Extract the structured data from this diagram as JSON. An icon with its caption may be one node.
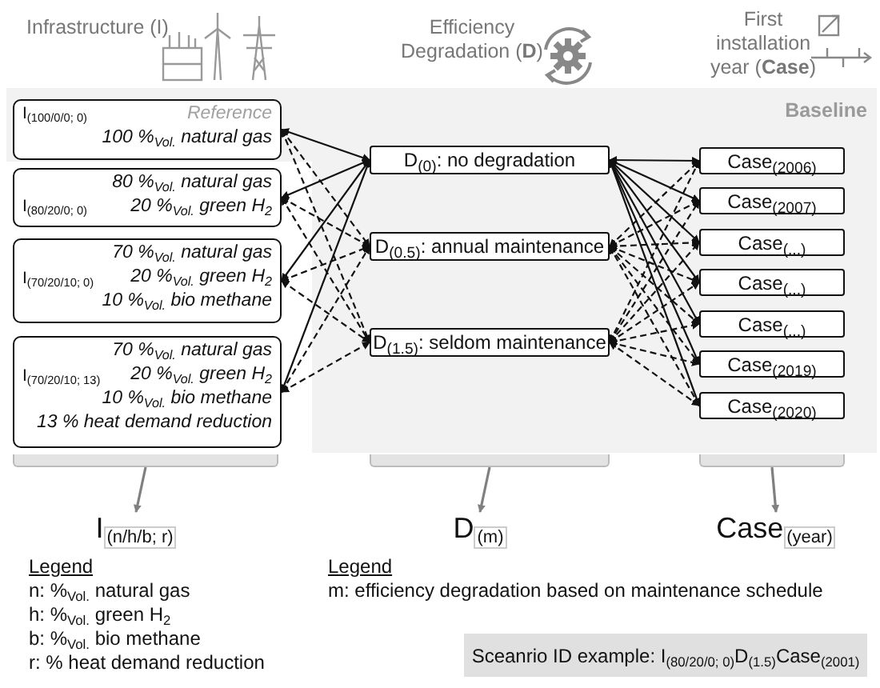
{
  "diagram": {
    "nodes": [
      {
        "text": [
          "I$_{(100/0/0; 0)}$",
          "Reference",
          "100 %$_{Vol.}$ natural gas"
        ]
      },
      {
        "text": [
          "I$_{(80/20/0; 0)}$",
          "80 %$_{Vol.}$ natural gas",
          "20 %$_{Vol.}$ green H$_{2}$"
        ]
      },
      {
        "text": [
          "I$_{(70/20/10; 0)}$",
          "70 %$_{Vol.}$ natural gas",
          "20 %$_{Vol.}$ green H$_{2}$",
          "10 %$_{Vol.}$ bio methane"
        ]
      },
      {
        "text": [
          "I$_{(70/20/10; 13)}$",
          "70 %$_{Vol.}$ natural gas",
          "20 %$_{Vol.}$ green H$_{2}$",
          "10 %$_{Vol.}$ bio methane",
          "13 % heat demand reduction"
        ]
      },
      {
        "text": [
          "D$_{(0)}$: no degradation"
        ]
      },
      {
        "text": [
          "D$_{(0.5)}$: annual maintenance"
        ]
      },
      {
        "text": [
          "D$_{(1.5)}$: seldom maintenance"
        ]
      },
      {
        "text": [
          "Case$_{(2006)}$"
        ]
      },
      {
        "text": [
          "Case$_{(2007)}$"
        ]
      },
      {
        "text": [
          "Case$_{(...)}$"
        ]
      },
      {
        "text": [
          "Case$_{(...)}$"
        ]
      },
      {
        "text": [
          "Case$_{(...)}$"
        ]
      },
      {
        "text": [
          "Case$_{(2019)}$"
        ]
      },
      {
        "text": [
          "Case$_{(2020)}$"
        ]
      },
      {
        "text": [],
        "shape": "bracket"
      },
      {
        "text": [],
        "shape": "bracket"
      },
      {
        "text": [],
        "shape": "bracket"
      },
      {
        "text": [
          "I$_{(n/h/b; r)}$"
        ]
      },
      {
        "text": [
          "D$_{(m)}$"
        ]
      },
      {
        "text": [
          "Case$_{(year)}$"
        ]
      },
      {
        "text": [
          "Sceanrio ID example: I$_{(80/20/0; 0)}$D$_{(1.5)}$Case$_{(2001)}$"
        ]
      }
    ],
    "edges": [
      {
        "from": 0,
        "to": 4,
        "arrow": "both"
      },
      {
        "from": 0,
        "to": 5,
        "arrow": "both",
        "style": "dashed"
      },
      {
        "from": 0,
        "to": 6,
        "arrow": "both",
        "style": "dashed"
      },
      {
        "from": 1,
        "to": 4,
        "arrow": "both"
      },
      {
        "from": 1,
        "to": 5,
        "arrow": "both",
        "style": "dashed"
      },
      {
        "from": 1,
        "to": 6,
        "arrow": "both",
        "style": "dashed"
      },
      {
        "from": 2,
        "to": 4,
        "arrow": "both"
      },
      {
        "from": 2,
        "to": 5,
        "arrow": "both",
        "style": "dashed"
      },
      {
        "from": 2,
        "to": 6,
        "arrow": "both",
        "style": "dashed"
      },
      {
        "from": 3,
        "to": 4,
        "arrow": "both"
      },
      {
        "from": 3,
        "to": 5,
        "arrow": "both",
        "style": "dashed"
      },
      {
        "from": 3,
        "to": 6,
        "arrow": "both",
        "style": "dashed"
      },
      {
        "from": 4,
        "to": 7,
        "arrow": "both"
      },
      {
        "from": 4,
        "to": 8,
        "arrow": "both"
      },
      {
        "from": 4,
        "to": 9,
        "arrow": "both"
      },
      {
        "from": 4,
        "to": 10,
        "arrow": "both"
      },
      {
        "from": 4,
        "to": 11,
        "arrow": "both"
      },
      {
        "from": 4,
        "to": 12,
        "arrow": "both"
      },
      {
        "from": 4,
        "to": 13,
        "arrow": "both"
      },
      {
        "from": 5,
        "to": 7,
        "arrow": "both",
        "style": "dashed"
      },
      {
        "from": 5,
        "to": 8,
        "arrow": "both",
        "style": "dashed"
      },
      {
        "from": 5,
        "to": 9,
        "arrow": "both",
        "style": "dashed"
      },
      {
        "from": 5,
        "to": 10,
        "arrow": "both",
        "style": "dashed"
      },
      {
        "from": 5,
        "to": 11,
        "arrow": "both",
        "style": "dashed"
      },
      {
        "from": 5,
        "to": 12,
        "arrow": "both",
        "style": "dashed"
      },
      {
        "from": 5,
        "to": 13,
        "arrow": "both",
        "style": "dashed"
      },
      {
        "from": 6,
        "to": 7,
        "arrow": "both",
        "style": "dashed"
      },
      {
        "from": 6,
        "to": 8,
        "arrow": "both",
        "style": "dashed"
      },
      {
        "from": 6,
        "to": 9,
        "arrow": "both",
        "style": "dashed"
      },
      {
        "from": 6,
        "to": 10,
        "arrow": "both",
        "style": "dashed"
      },
      {
        "from": 6,
        "to": 11,
        "arrow": "both",
        "style": "dashed"
      },
      {
        "from": 6,
        "to": 12,
        "arrow": "both",
        "style": "dashed"
      },
      {
        "from": 6,
        "to": 13,
        "arrow": "both",
        "style": "dashed"
      },
      {
        "from": 14,
        "to": 17,
        "arrow": "to",
        "color": "#808080"
      },
      {
        "from": 15,
        "to": 18,
        "arrow": "to",
        "color": "#808080"
      },
      {
        "from": 16,
        "to": 19,
        "arrow": "to",
        "color": "#808080"
      }
    ],
    "labels": [
      "Infrastructure (I)",
      "Efficiency Degradation (**D**)",
      "First installation year (**Case**)",
      "Baseline",
      "Legend",
      "n: %$_{Vol.}$ natural gas",
      "h: %$_{Vol.}$ green H$_{2}$",
      "b: %$_{Vol.}$ bio methane",
      "r: % heat demand reduction",
      "Legend",
      "m: efficiency degradation based on maintenance schedule"
    ]
  }
}
